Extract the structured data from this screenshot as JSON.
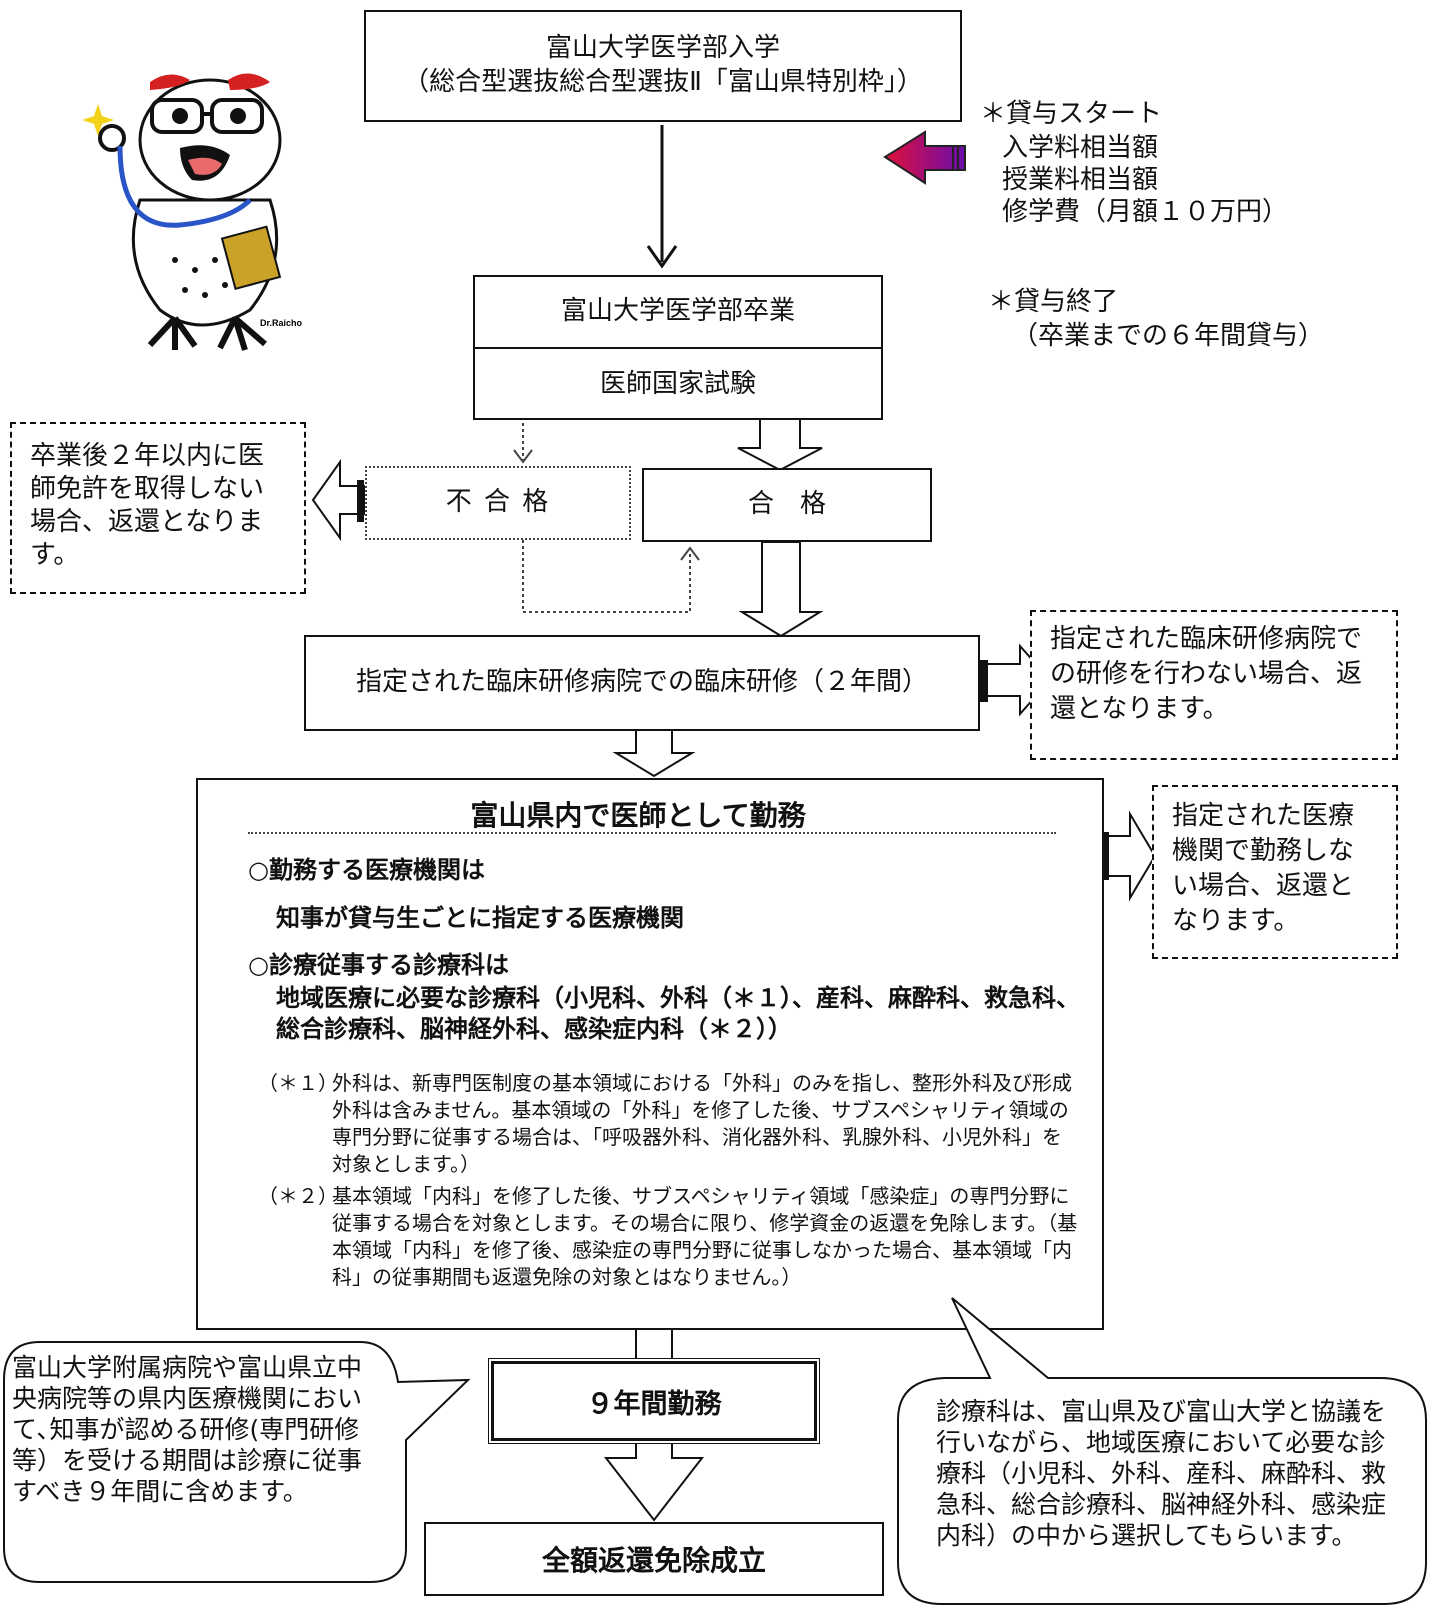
{
  "entry": {
    "line1": "富山大学医学部入学",
    "line2": "（総合型選抜総合型選抜Ⅱ「富山県特別枠」）"
  },
  "loan_start": {
    "heading": "＊貸与スタート",
    "items": [
      "入学料相当額",
      "授業料相当額",
      "修学費（月額１０万円）"
    ]
  },
  "loan_end": {
    "heading": "＊貸与終了",
    "note": "（卒業までの６年間貸与）"
  },
  "graduation": "富山大学医学部卒業",
  "exam": "医師国家試験",
  "fail_label": "不 合 格",
  "pass_label": "合　格",
  "fail_note": "卒業後２年以内に医師免許を取得しない場合、返還となります。",
  "training": "指定された臨床研修病院での臨床研修（２年間）",
  "training_note": "指定された臨床研修病院での研修を行わない場合、返還となります。",
  "work": {
    "title": "富山県内で医師として勤務",
    "institution_heading": "○勤務する医療機関は",
    "institution_text": "知事が貸与生ごとに指定する医療機関",
    "dept_heading": "○診療従事する診療科は",
    "dept_text": "地域医療に必要な診療科（小児科、外科（＊１）、産科、麻酔科、救急科、総合診療科、脳神経外科、感染症内科（＊２））",
    "note1_mark": "（＊１）",
    "note1": "外科は、新専門医制度の基本領域における「外科」のみを指し、整形外科及び形成外科は含みません。基本領域の「外科」を修了した後、サブスペシャリティ領域の専門分野に従事する場合は、「呼吸器外科、消化器外科、乳腺外科、小児外科」を対象とします。）",
    "note2_mark": "（＊２）",
    "note2": "基本領域「内科」を修了した後、サブスペシャリティ領域「感染症」の専門分野に従事する場合を対象とします。その場合に限り、修学資金の返還を免除します。（基本領域「内科」を修了後、感染症の専門分野に従事しなかった場合、基本領域「内科」の従事期間も返還免除の対象とはなりません。）"
  },
  "work_note": "指定された医療機関で勤務しない場合、返還となります。",
  "nine_years": "９年間勤務",
  "final": "全額返還免除成立",
  "bubble_left": "富山大学附属病院や富山県立中央病院等の県内医療機関において､知事が認める研修(専門研修等）を受ける期間は診療に従事すべき９年間に含めます。",
  "bubble_right": "診療科は、富山県及び富山大学と協議を行いながら、地域医療において必要な診療科（小児科、外科、産科、麻酔科、救急科、総合診療科、脳神経外科、感染症内科）の中から選択してもらいます。",
  "mascot_label": "Dr.Raicho",
  "colors": {
    "arrow_purple": "#6a0dad",
    "arrow_red": "#e0103a",
    "mascot_red": "#d42020",
    "mascot_blue": "#2a55c8",
    "mascot_gold": "#c9a227"
  }
}
